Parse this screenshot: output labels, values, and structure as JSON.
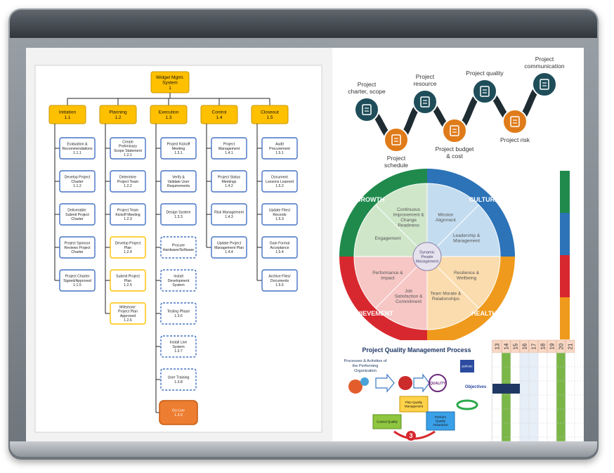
{
  "wbs": {
    "root": {
      "title": "Widget Mgmt. System",
      "num": "1"
    },
    "phases": [
      {
        "title": "Initiation",
        "num": "1.1",
        "items": [
          {
            "title": "Evaluation & Recommendations",
            "num": "1.1.1"
          },
          {
            "title": "Develop Project Charter",
            "num": "1.1.2"
          },
          {
            "title": "Deliverable: Submit Project Charter",
            "num": ""
          },
          {
            "title": "Project Sponsor Reviews Project Charter",
            "num": ""
          },
          {
            "title": "Project Charter Signed/Approved",
            "num": "1.1.5"
          }
        ]
      },
      {
        "title": "Planning",
        "num": "1.2",
        "items": [
          {
            "title": "Create Preliminary Scope Statement",
            "num": "1.2.1"
          },
          {
            "title": "Determine Project Team",
            "num": "1.2.2"
          },
          {
            "title": "Project Team Kickoff Meeting",
            "num": "1.2.3"
          },
          {
            "title": "Develop Project Plan",
            "num": "1.2.4"
          },
          {
            "title": "Submit Project Plan",
            "num": "1.2.5"
          },
          {
            "title": "Milestone: Project Plan Approved",
            "num": "1.2.6"
          }
        ]
      },
      {
        "title": "Execution",
        "num": "1.3",
        "items": [
          {
            "title": "Project Kickoff Meeting",
            "num": "1.3.1"
          },
          {
            "title": "Verify & Validate User Requirements",
            "num": ""
          },
          {
            "title": "Design System",
            "num": "1.3.3"
          },
          {
            "title": "Procure Hardware/Software",
            "num": ""
          },
          {
            "title": "Install Development System",
            "num": ""
          },
          {
            "title": "Testing Phase",
            "num": "1.3.6"
          },
          {
            "title": "Install Live System",
            "num": "1.3.7"
          },
          {
            "title": "User Training",
            "num": "1.3.8"
          },
          {
            "title": "Go Live",
            "num": "1.3.9"
          }
        ]
      },
      {
        "title": "Control",
        "num": "1.4",
        "items": [
          {
            "title": "Project Management",
            "num": "1.4.1"
          },
          {
            "title": "Project Status Meetings",
            "num": "1.4.2"
          },
          {
            "title": "Risk Management",
            "num": "1.4.3"
          },
          {
            "title": "Update Project Management Plan",
            "num": "1.4.4"
          }
        ]
      },
      {
        "title": "Closeout",
        "num": "1.5",
        "items": [
          {
            "title": "Audit Procurement",
            "num": "1.5.1"
          },
          {
            "title": "Document Lessons Learned",
            "num": "1.5.2"
          },
          {
            "title": "Update Files/ Records",
            "num": "1.5.3"
          },
          {
            "title": "Gain Formal Acceptance",
            "num": "1.5.4"
          },
          {
            "title": "Archive Files/ Documents",
            "num": "1.5.5"
          }
        ]
      }
    ]
  },
  "timeline": {
    "steps": [
      {
        "label": "Project charter, scope",
        "icon": "clipboard-clock-icon",
        "color": "#1f4e5a"
      },
      {
        "label": "Project schedule",
        "icon": "calendar-icon",
        "color": "#e07b1a"
      },
      {
        "label": "Project resource",
        "icon": "presentation-board-icon",
        "color": "#1f4e5a"
      },
      {
        "label": "Project budget & cost",
        "icon": "budget-chart-icon",
        "color": "#e07b1a"
      },
      {
        "label": "Project quality",
        "icon": "quality-check-icon",
        "color": "#1f4e5a"
      },
      {
        "label": "Project risk",
        "icon": "risk-warning-icon",
        "color": "#e07b1a"
      },
      {
        "label": "Project communication",
        "icon": "communication-icon",
        "color": "#1f4e5a"
      }
    ]
  },
  "wheel": {
    "center": "Dynamic People Management",
    "quadrants": [
      {
        "name": "GROWTH",
        "color": "#1f8a4c",
        "fill": "#cfe6c9",
        "items": [
          "Engagement",
          "Continuous Improvement & Change Readiness"
        ]
      },
      {
        "name": "CULTURE",
        "color": "#2c73b8",
        "fill": "#c4dcef",
        "items": [
          "Mission Alignment",
          "Leadership & Management"
        ]
      },
      {
        "name": "HEALTH",
        "color": "#ef9a1c",
        "fill": "#fbdcae",
        "items": [
          "Resilience & Wellbeing",
          "Team Morale & Relationships"
        ]
      },
      {
        "name": "ACHIEVEMENT",
        "color": "#d8282f",
        "fill": "#f6c7c5",
        "items": [
          "Job Satisfaction & Commitment",
          "Performance & Impact"
        ]
      }
    ],
    "side_bar_colors": [
      "#1f8a4c",
      "#2c73b8",
      "#d8282f",
      "#ef9a1c"
    ]
  },
  "quality": {
    "title": "Project Quality Management Process",
    "subtitle": "Processes & Activities of the Performing Organization",
    "labels": {
      "quality": "QUALITY",
      "objectives": "Objectives",
      "policies": "policies",
      "control": "Control Quality",
      "plan": "Plan Quality Management",
      "assurance": "Perform Quality Assurance",
      "number": "3"
    }
  },
  "gantt": {
    "columns": [
      "13",
      "14",
      "15",
      "16",
      "17",
      "18",
      "19",
      "20",
      "21"
    ]
  }
}
